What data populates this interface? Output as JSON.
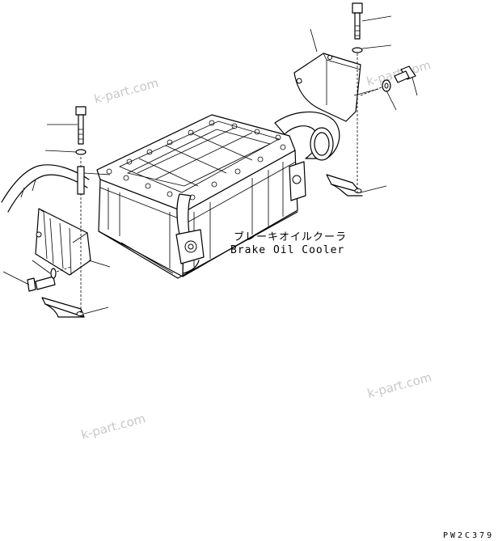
{
  "diagram": {
    "label_japanese": "ブレーキオイルクーラ",
    "label_english": "Brake Oil Cooler",
    "drawing_code": "PW2C379",
    "watermarks": [
      "k-part.com",
      "k-part.com",
      "k-part.com",
      "k-part.com"
    ]
  }
}
